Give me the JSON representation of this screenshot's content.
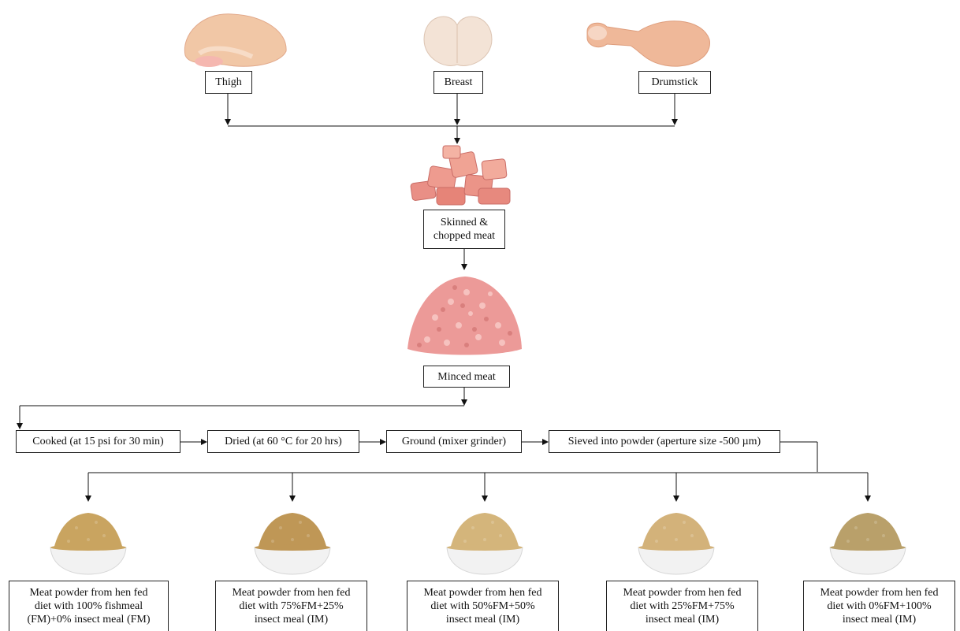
{
  "cuts": {
    "thigh": "Thigh",
    "breast": "Breast",
    "drumstick": "Drumstick"
  },
  "stages": {
    "skinned_line1": "Skinned &",
    "skinned_line2": "chopped meat",
    "minced": "Minced meat"
  },
  "process": {
    "cooked": "Cooked (at 15 psi for 30 min)",
    "dried": "Dried (at 60 °C for 20 hrs)",
    "ground": "Ground (mixer grinder)",
    "sieved": "Sieved into powder (aperture size -500 µm)"
  },
  "products": [
    {
      "line1": "Meat powder from hen fed",
      "line2": "diet with 100% fishmeal",
      "line3": "(FM)+0% insect meal (FM)"
    },
    {
      "line1": "Meat powder from hen fed",
      "line2": "diet with 75%FM+25%",
      "line3": "insect meal (IM)"
    },
    {
      "line1": "Meat powder from hen fed",
      "line2": "diet with 50%FM+50%",
      "line3": "insect meal (IM)"
    },
    {
      "line1": "Meat powder from hen fed",
      "line2": "diet with 25%FM+75%",
      "line3": "insect meal (IM)"
    },
    {
      "line1": "Meat powder from hen fed",
      "line2": "diet with 0%FM+100%",
      "line3": "insect meal (IM)"
    }
  ],
  "colors": {
    "raw_meat": "#f1c7a6",
    "breast_meat": "#f3e3d6",
    "chopped_meat": "#e98f86",
    "minced_meat": "#ec9a98",
    "bowl": "#f2f2f2",
    "powder": [
      "#c9a460",
      "#bf9756",
      "#d4b57b",
      "#d3b27a",
      "#b9a06a"
    ]
  }
}
